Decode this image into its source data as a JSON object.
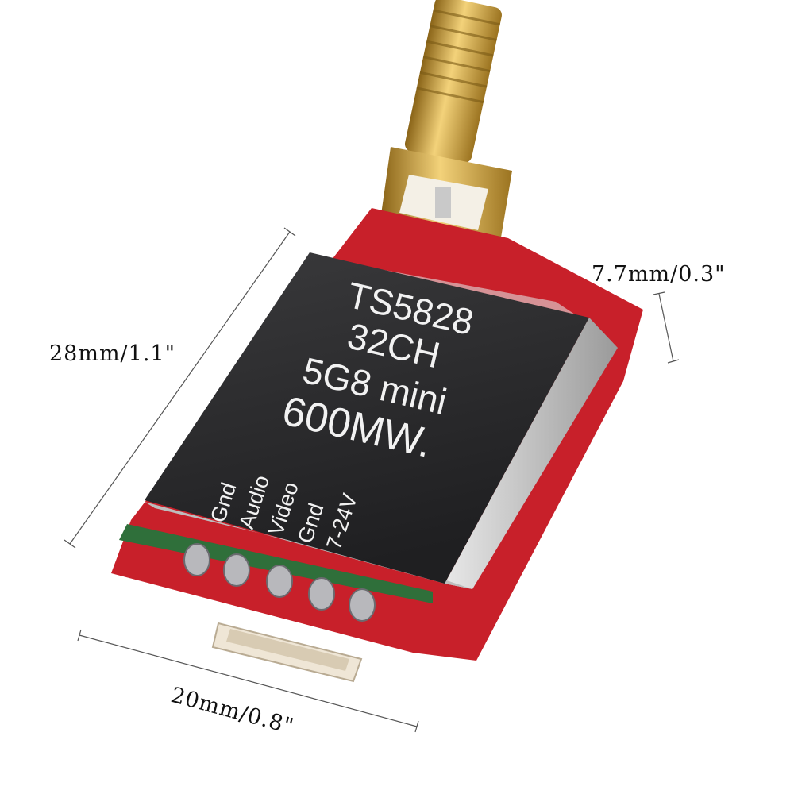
{
  "product": {
    "model": "TS5828",
    "channels": "32CH",
    "band": "5G8 mini",
    "power": "600MW."
  },
  "pin_labels": [
    "Gnd",
    "Audio",
    "Video",
    "Gnd",
    "7-24V"
  ],
  "dimensions": {
    "length": "28mm/1.1\"",
    "thickness": "7.7mm/0.3\"",
    "width": "20mm/0.8\""
  },
  "colors": {
    "pcb": "#c8202a",
    "shield": "#2b2b2d",
    "gold": "#d4a437",
    "silver": "#c9c9c9"
  }
}
